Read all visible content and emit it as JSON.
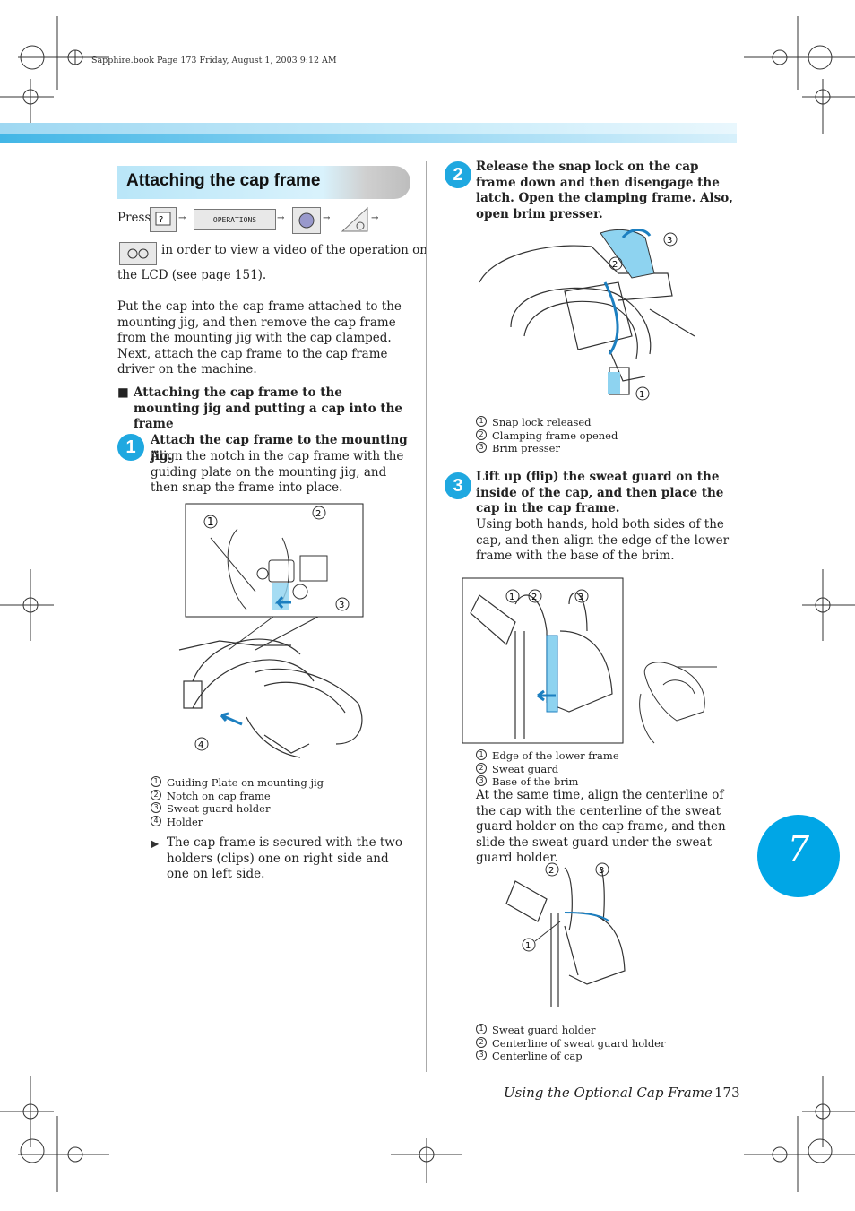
{
  "header": {
    "print_note": "Sapphire.book  Page 173  Friday, August 1, 2003  9:12 AM"
  },
  "section": {
    "title": "Attaching the cap frame"
  },
  "intro": {
    "press_label": "Press",
    "operations_button": "OPERATIONS",
    "video_text": "in order to view a video of the operation on",
    "video_text2": "the LCD (see page 151).",
    "paragraph": "Put the cap into the cap frame attached to the mounting jig, and then remove the cap frame from the mounting jig with the cap clamped. Next, attach the cap frame to the cap frame driver on the machine."
  },
  "subsection": {
    "bullet": "■",
    "title": "Attaching the cap frame to the mounting jig and putting a cap into the frame"
  },
  "steps": [
    {
      "number": "1",
      "heading": "Attach the cap frame to the mounting jig.",
      "body": "Align the notch in the cap frame with the guiding plate on the mounting jig, and then snap the frame into place.",
      "legend": [
        {
          "num": "1",
          "text": "Guiding Plate on mounting jig"
        },
        {
          "num": "2",
          "text": "Notch on cap frame"
        },
        {
          "num": "3",
          "text": "Sweat guard holder"
        },
        {
          "num": "4",
          "text": "Holder"
        }
      ],
      "note": "The cap frame is secured with the two holders (clips) one on right side and one on left side."
    },
    {
      "number": "2",
      "heading": "Release the snap lock on the cap frame down and then disengage the latch. Open the clamping frame. Also, open brim presser.",
      "legend": [
        {
          "num": "1",
          "text": "Snap lock released"
        },
        {
          "num": "2",
          "text": "Clamping frame opened"
        },
        {
          "num": "3",
          "text": "Brim presser"
        }
      ]
    },
    {
      "number": "3",
      "heading": "Lift up (flip) the sweat guard on the inside of the cap, and then place the cap in the cap frame.",
      "body": "Using both hands, hold both sides of the cap, and then align the edge of the lower frame with the base of the brim.",
      "legend": [
        {
          "num": "1",
          "text": "Edge of the lower frame"
        },
        {
          "num": "2",
          "text": "Sweat guard"
        },
        {
          "num": "3",
          "text": "Base of the brim"
        }
      ],
      "body2": "At the same time, align the centerline of the cap with the centerline of the sweat guard holder on the cap frame, and then slide the sweat guard under the sweat guard holder.",
      "legend2": [
        {
          "num": "1",
          "text": "Sweat guard holder"
        },
        {
          "num": "2",
          "text": "Centerline of sweat guard holder"
        },
        {
          "num": "3",
          "text": "Centerline of cap"
        }
      ]
    }
  ],
  "figure_callouts": {
    "one": "1",
    "two": "2",
    "three": "3",
    "four": "4"
  },
  "chapter_tab": {
    "number": "7"
  },
  "footer": {
    "title": "Using the Optional Cap Frame",
    "page": "173"
  },
  "colors": {
    "accent": "#00a6e6",
    "step_circle": "#1fa8e0",
    "arrow_blue": "#2a9fd8"
  }
}
